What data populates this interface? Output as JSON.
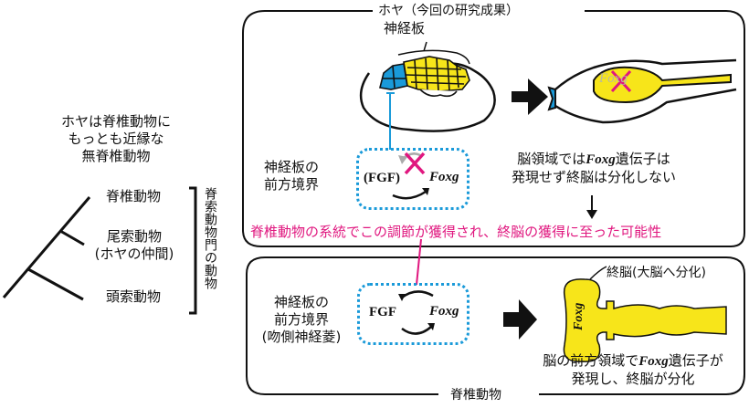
{
  "left": {
    "intro_lines": [
      "ホヤは脊椎動物に",
      "もっとも近縁な",
      "無脊椎動物"
    ],
    "tree": {
      "taxa": [
        {
          "label": "脊椎動物"
        },
        {
          "label": "尾索動物",
          "sub": "(ホヤの仲間)"
        },
        {
          "label": "頭索動物"
        }
      ],
      "bracket_label": "脊索動物門の動物"
    }
  },
  "top_panel": {
    "title": "ホヤ（今回の研究成果）",
    "neural_plate_label": "神経板",
    "boundary_label_lines": [
      "神経板の",
      "前方境界"
    ],
    "reg_box": {
      "fgf": "(FGF)",
      "foxg": "Foxg"
    },
    "larva_gene_faded": "Foxg",
    "result_lines": [
      {
        "pre": "脳領域では",
        "gene": "Foxg",
        "post": "遺伝子は"
      },
      {
        "pre": "発現せず終脳は分化しない",
        "gene": "",
        "post": ""
      }
    ],
    "conclusion": "脊椎動物の系統でこの調節が獲得され、終脳の獲得に至った可能性"
  },
  "bottom_panel": {
    "title": "脊椎動物",
    "boundary_label_lines": [
      "神経板の",
      "前方境界",
      "(吻側神経菱)"
    ],
    "reg_box": {
      "fgf": "FGF",
      "foxg": "Foxg"
    },
    "brain_gene": "Foxg",
    "telencephalon_label": "終脳(大脳へ分化)",
    "result_lines": [
      {
        "pre": "脳の前方領域で",
        "gene": "Foxg",
        "post": "遺伝子が"
      },
      {
        "pre": "発現し、終脳が分化",
        "gene": "",
        "post": ""
      }
    ]
  },
  "colors": {
    "accent_pink": "#e0177f",
    "neural_yellow": "#f7e51a",
    "anterior_blue": "#1a9ad9",
    "line_black": "#111111"
  }
}
